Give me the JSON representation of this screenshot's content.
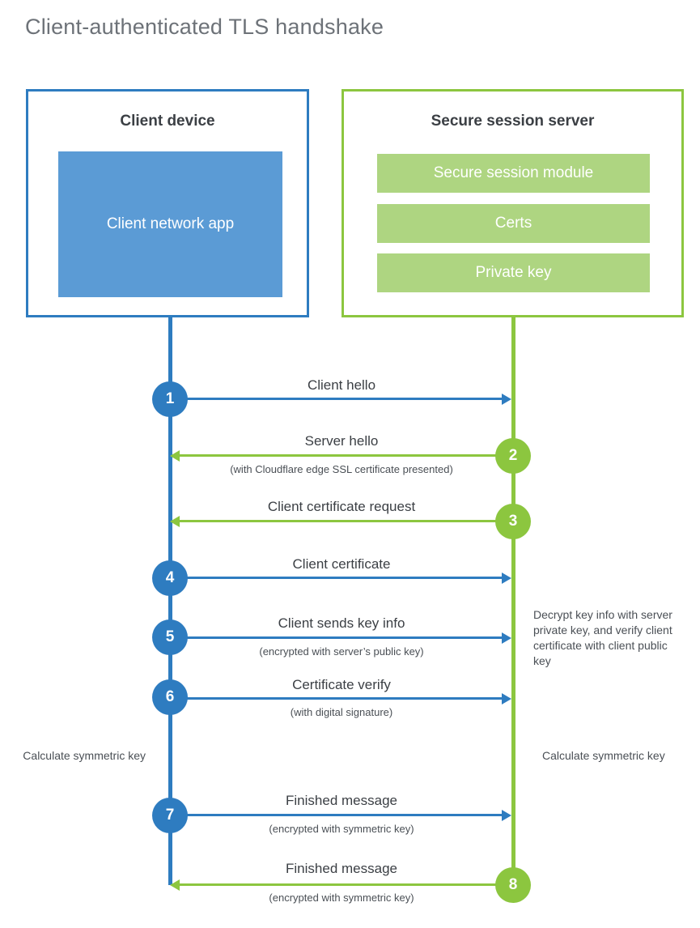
{
  "title": "Client-authenticated TLS handshake",
  "colors": {
    "client_accent": "#2e7cc0",
    "client_fill": "#5b9bd5",
    "server_accent": "#8cc63f",
    "server_fill": "#aed581",
    "title_text": "#6d7278",
    "body_text": "#3b3f44",
    "background": "#ffffff"
  },
  "client": {
    "title": "Client device",
    "app_label": "Client network app"
  },
  "server": {
    "title": "Secure session server",
    "blocks": [
      "Secure session module",
      "Certs",
      "Private key"
    ]
  },
  "steps": [
    {
      "number": "1",
      "direction": "client-to-server",
      "label": "Client hello",
      "sublabel": ""
    },
    {
      "number": "2",
      "direction": "server-to-client",
      "label": "Server hello",
      "sublabel": "(with Cloudflare edge SSL certificate presented)"
    },
    {
      "number": "3",
      "direction": "server-to-client",
      "label": "Client certificate request",
      "sublabel": ""
    },
    {
      "number": "4",
      "direction": "client-to-server",
      "label": "Client certificate",
      "sublabel": ""
    },
    {
      "number": "5",
      "direction": "client-to-server",
      "label": "Client sends key info",
      "sublabel": "(encrypted with server’s public key)"
    },
    {
      "number": "6",
      "direction": "client-to-server",
      "label": "Certificate verify",
      "sublabel": "(with digital signature)"
    },
    {
      "number": "7",
      "direction": "client-to-server",
      "label": "Finished message",
      "sublabel": "(encrypted with symmetric key)"
    },
    {
      "number": "8",
      "direction": "server-to-client",
      "label": "Finished message",
      "sublabel": "(encrypted with symmetric key)"
    }
  ],
  "notes": {
    "decrypt": "Decrypt key info with server private key, and verify client certificate with client public key",
    "calculate_client": "Calculate symmetric key",
    "calculate_server": "Calculate symmetric key"
  }
}
